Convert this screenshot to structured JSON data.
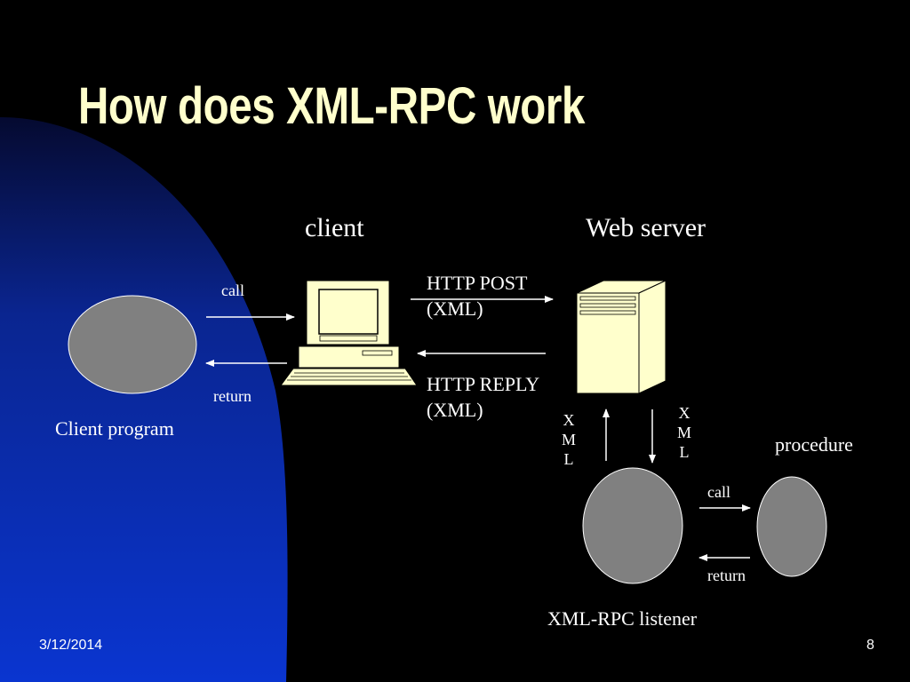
{
  "slide": {
    "title": "How does XML-RPC work",
    "date": "3/12/2014",
    "page_number": "8"
  },
  "diagram": {
    "client_heading": "client",
    "server_heading": "Web server",
    "client_program_label": "Client program",
    "call_label_left": "call",
    "return_label_left": "return",
    "http_post_label": [
      "HTTP POST",
      "(XML)"
    ],
    "http_reply_label": [
      "HTTP REPLY",
      "(XML)"
    ],
    "xml_up_label": [
      "X",
      "M",
      "L"
    ],
    "xml_down_label": [
      "X",
      "M",
      "L"
    ],
    "procedure_label": "procedure",
    "listener_label": "XML-RPC listener",
    "call_label_right": "call",
    "return_label_right": "return",
    "colors": {
      "background": "#000000",
      "blue_arc": "#0a2fb8",
      "title": "#ffffcc",
      "ellipse_fill": "#808080",
      "computer_fill": "#ffffcc",
      "text": "#ffffff"
    }
  }
}
